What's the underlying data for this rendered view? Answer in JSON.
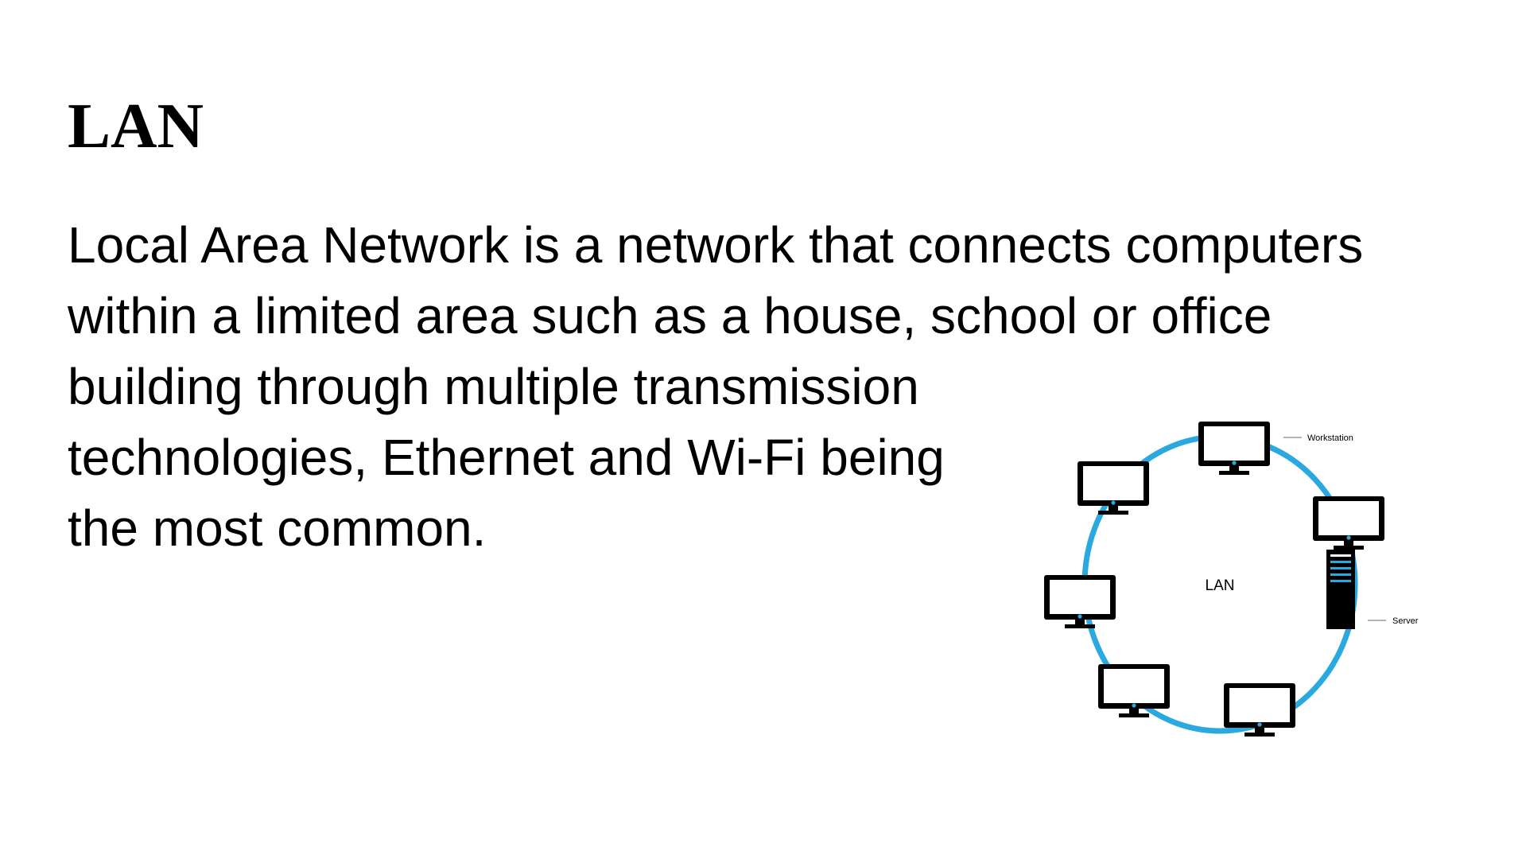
{
  "slide": {
    "title": "LAN",
    "body_lines": [
      "Local Area Network is a network that connects computers",
      "within a limited area such as a house, school or office",
      "building through multiple transmission",
      "technologies, Ethernet and Wi-Fi being",
      "the most common."
    ]
  },
  "diagram": {
    "center_label": "LAN",
    "workstation_label": "Workstation",
    "server_label": "Server",
    "ring_color": "#2aa8e0",
    "device_color": "#000000",
    "icons": {
      "workstation": "monitor-icon",
      "server": "server-tower-icon"
    }
  }
}
